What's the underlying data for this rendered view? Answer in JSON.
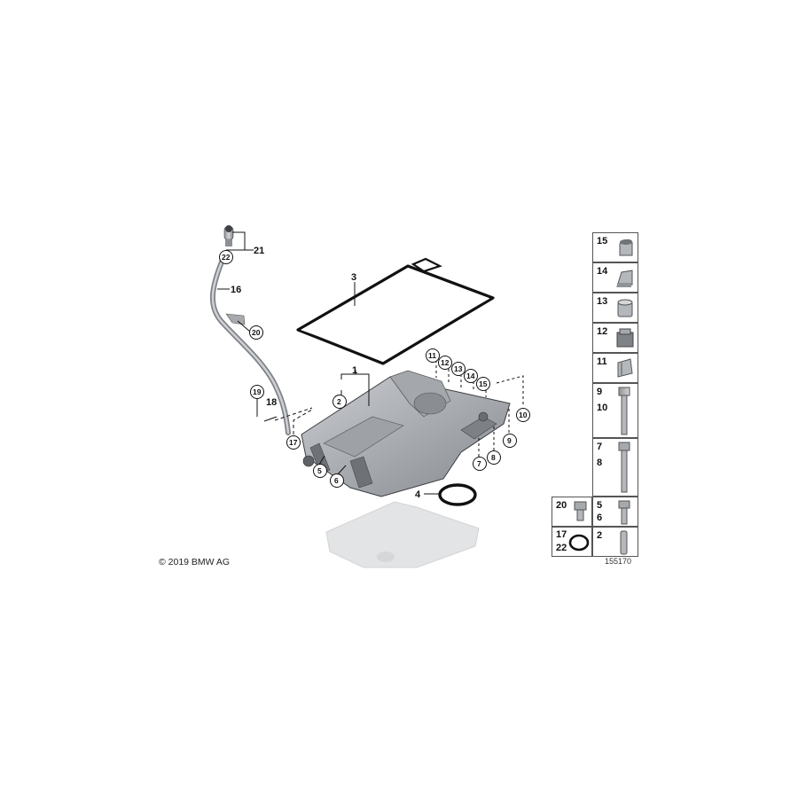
{
  "copyright": "© 2019 BMW AG",
  "reference_number": "155170",
  "callouts": {
    "c1": "1",
    "c2": "2",
    "c3": "3",
    "c4": "4",
    "c5": "5",
    "c6": "6",
    "c7": "7",
    "c8": "8",
    "c9": "9",
    "c10": "10",
    "c11": "11",
    "c12": "12",
    "c13": "13",
    "c14": "14",
    "c15": "15",
    "c16": "16",
    "c17": "17",
    "c18": "18",
    "c19": "19",
    "c20": "20",
    "c21": "21",
    "c22": "22"
  },
  "legend": {
    "r15": "15",
    "r14": "14",
    "r13": "13",
    "r12": "12",
    "r11": "11",
    "r9": "9",
    "r10": "10",
    "r7": "7",
    "r8": "8",
    "r20": "20",
    "r5": "5",
    "r6": "6",
    "r17": "17",
    "r22": "22",
    "r2": "2"
  },
  "colors": {
    "line": "#111111",
    "part_fill": "#b9bcc0",
    "part_dark": "#7e8287",
    "ghost": "#e4e5e6"
  }
}
